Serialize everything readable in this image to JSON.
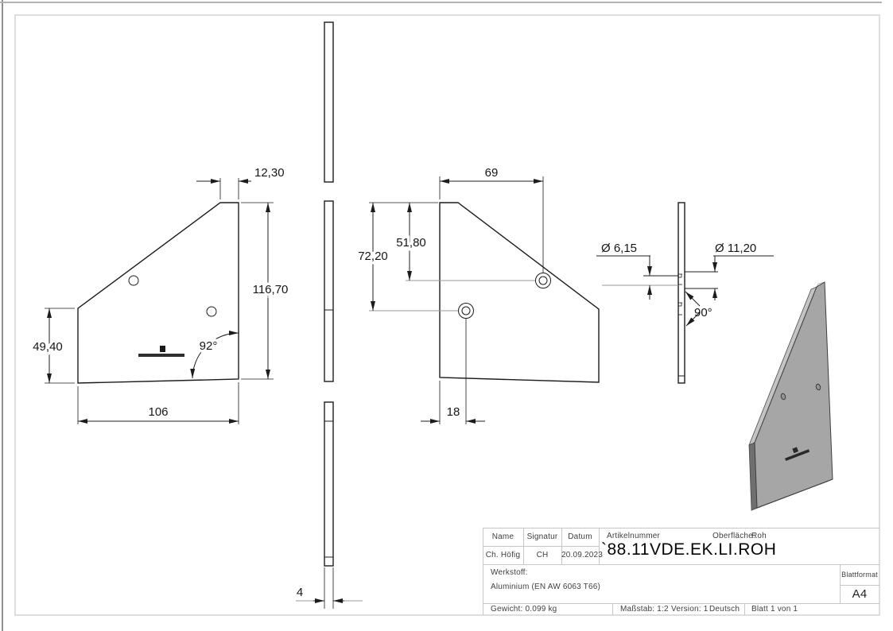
{
  "dimensions": {
    "front_view": {
      "top_width": "12,30",
      "right_height": "116,70",
      "left_height": "49,40",
      "bottom_width": "106",
      "corner_angle": "92°"
    },
    "back_view": {
      "hole_to_edge_width": "69",
      "hole1_vertical": "51,80",
      "hole2_vertical": "72,20",
      "hole_to_edge_bottom": "18"
    },
    "side_view": {
      "hole_diameter": "Ø 6,15",
      "countersink_diameter": "Ø 11,20",
      "countersink_angle": "90°"
    },
    "thickness": "4"
  },
  "title_block": {
    "name_label": "Name",
    "signatur_label": "Signatur",
    "datum_label": "Datum",
    "name": "Ch. Höfig",
    "signatur": "CH",
    "datum": "20.09.2023",
    "artikelnummer_label": "Artikelnummer",
    "artikelnummer": "`88.11VDE.EK.LI.ROH",
    "oberflaeche_label": "Oberfläche:",
    "oberflaeche_value": "Roh",
    "werkstoff_label": "Werkstoff:",
    "werkstoff_value": "Aluminium (EN AW 6063 T66)",
    "blattformat_label": "Blattformat",
    "blattformat_value": "A4",
    "gewicht": "Gewicht: 0.099 kg",
    "massstab": "Maßstab: 1:2",
    "version": "Version: 1",
    "sprache": "Deutsch",
    "blatt": "Blatt 1 von 1"
  }
}
